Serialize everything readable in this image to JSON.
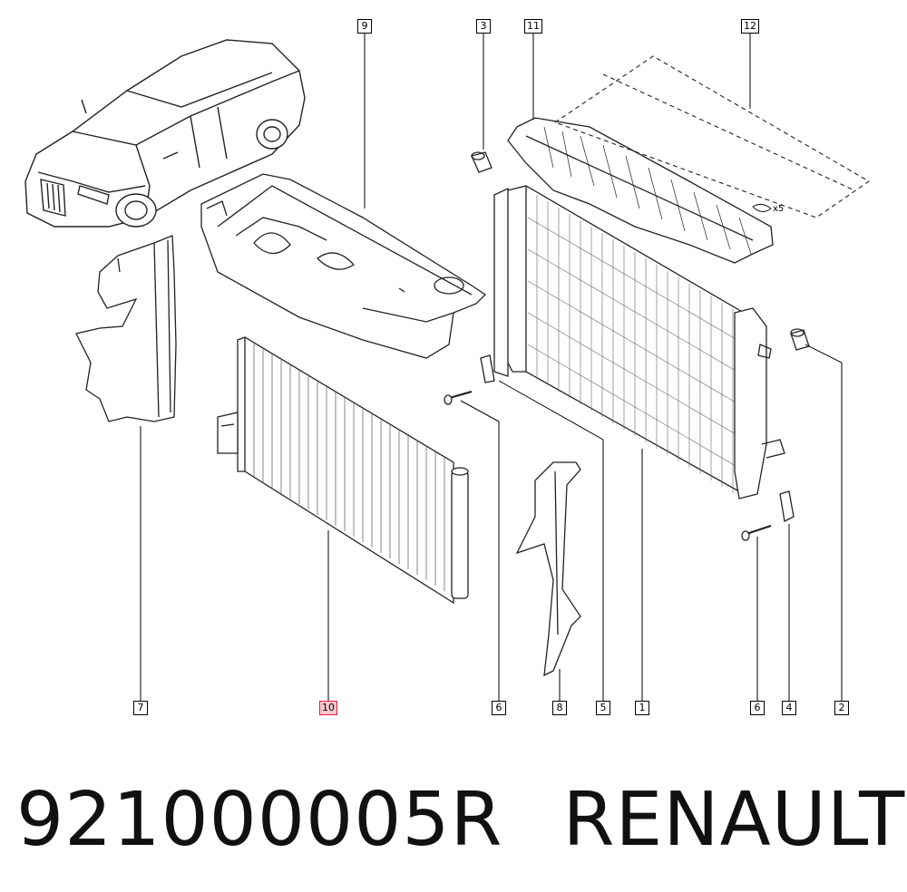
{
  "callouts": {
    "c1": "1",
    "c2": "2",
    "c3": "3",
    "c4": "4",
    "c5": "5",
    "c6a": "6",
    "c6b": "6",
    "c7": "7",
    "c8": "8",
    "c9": "9",
    "c10": "10",
    "c11": "11",
    "c12": "12"
  },
  "annotations": {
    "qty": "x5"
  },
  "caption": {
    "part_number": "921000005R",
    "brand": "RENAULT"
  },
  "colors": {
    "highlight_border": "#e0203a",
    "highlight_fill": "#f6c7cf",
    "line": "#000000"
  }
}
